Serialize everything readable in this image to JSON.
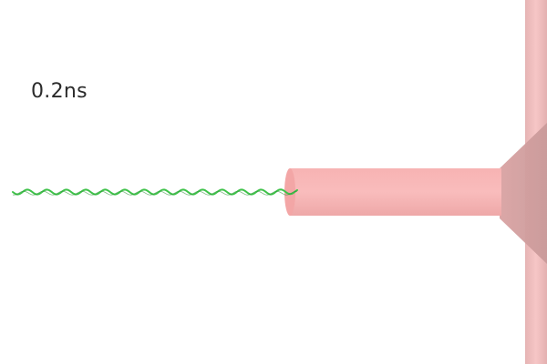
{
  "time_label": "0.2ns",
  "colors": {
    "background": "#ffffff",
    "channel": "#f4aaaa",
    "channel_shade": "#e09a9a",
    "molecule": "#3fc24a",
    "text": "#2b2b2b"
  },
  "icons": {
    "molecule": "helix-strand",
    "nanopore": "pink-cylinder-channel"
  }
}
